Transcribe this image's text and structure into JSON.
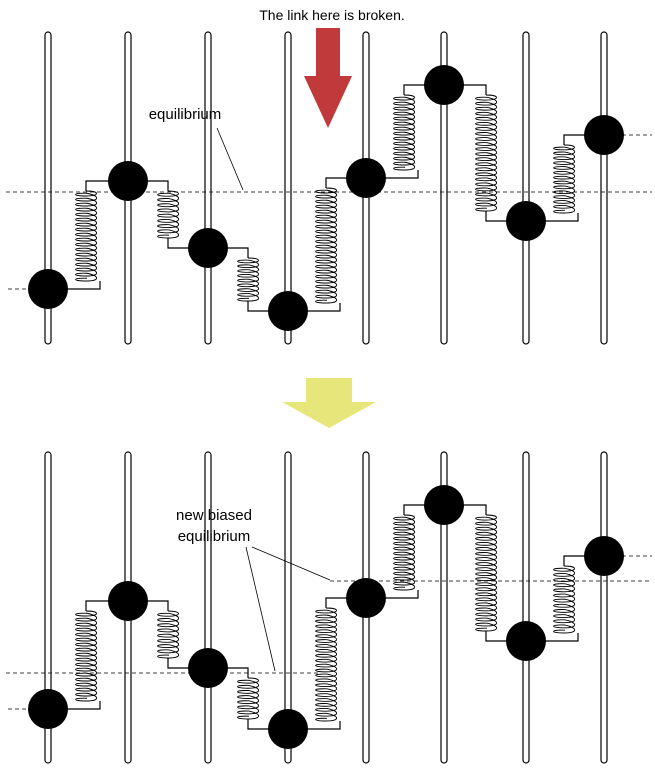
{
  "top_panel": {
    "broken_label": "The link here is broken.",
    "equilibrium_label": "equilibrium"
  },
  "bottom_panel": {
    "equilibrium_label_line1": "new biased",
    "equilibrium_label_line2": "equilibrium"
  },
  "colors": {
    "broken_arrow": "#c0393b",
    "transition_arrow": "#e6e67a",
    "ball": "#000000",
    "rod_fill": "#ffffff"
  },
  "icons": {
    "broken_marker": "down-arrow-icon",
    "transition": "down-arrow-icon"
  }
}
